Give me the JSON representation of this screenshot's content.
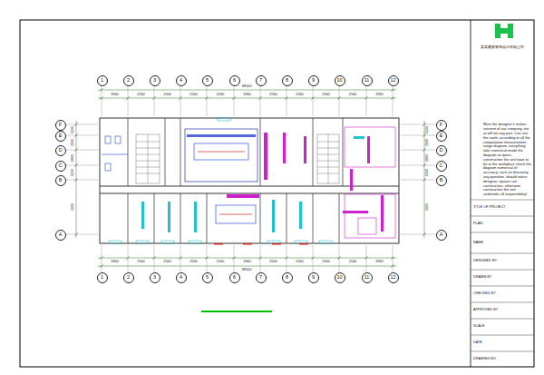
{
  "diagram": {
    "nodes": [
      {
        "text": [
          "1"
        ]
      },
      {
        "text": [
          "2"
        ]
      },
      {
        "text": [
          "3"
        ]
      },
      {
        "text": [
          "4"
        ]
      },
      {
        "text": [
          "5"
        ]
      },
      {
        "text": [
          "6"
        ]
      },
      {
        "text": [
          "7"
        ]
      },
      {
        "text": [
          "8"
        ]
      },
      {
        "text": [
          "9"
        ]
      },
      {
        "text": [
          "10"
        ]
      },
      {
        "text": [
          "11"
        ]
      },
      {
        "text": [
          "12"
        ]
      },
      {
        "text": [
          "F"
        ]
      },
      {
        "text": [
          "E"
        ]
      },
      {
        "text": [
          "D"
        ]
      },
      {
        "text": [
          "C"
        ]
      },
      {
        "text": [
          "B"
        ]
      },
      {
        "text": [
          "A"
        ]
      },
      {
        "text": [
          "F"
        ]
      },
      {
        "text": [
          "E"
        ]
      },
      {
        "text": [
          "D"
        ]
      },
      {
        "text": [
          "C"
        ]
      },
      {
        "text": [
          "B"
        ]
      },
      {
        "text": [
          "A"
        ]
      },
      {
        "text": [
          "1"
        ]
      },
      {
        "text": [
          "2"
        ]
      },
      {
        "text": [
          "3"
        ]
      },
      {
        "text": [
          "4"
        ]
      },
      {
        "text": [
          "5"
        ]
      },
      {
        "text": [
          "6"
        ]
      },
      {
        "text": [
          "7"
        ]
      },
      {
        "text": [
          "8"
        ]
      },
      {
        "text": [
          "9"
        ]
      },
      {
        "text": [
          "10"
        ]
      },
      {
        "text": [
          "11"
        ]
      },
      {
        "text": [
          "12"
        ]
      }
    ],
    "labels": [
      "38100",
      "3900",
      "2500",
      "2500",
      "2500",
      "2500",
      "3300",
      "2500",
      "2500",
      "2500",
      "2500",
      "3900",
      "38100",
      "3900",
      "2500",
      "2500",
      "2500",
      "2500",
      "3300",
      "2500",
      "2500",
      "2500",
      "2500",
      "3900",
      "1500",
      "2100",
      "1800",
      "1500",
      "5100",
      "1500",
      "2100",
      "1800",
      "1500",
      "5100",
      "某某建筑装饰设计有限公司",
      "Must the designer's written consent of our company, not at will set any part. Can use the earth, according to all the computation measurement range diagram, everything take numerical mode the diagram as quasi, construction the unit have to be at the workplace check the diagram numerical of accuracy, such as discovery any question, should notice designer, square can construction, otherwise construction the unit undertake all responsibility!",
      "TITLE OF PROJECT",
      "PLAN",
      "NAME",
      "DESIGNED BY",
      "DRAWN BY",
      "CHECKED BY",
      "APPROVED BY",
      "SCALE",
      "DATE",
      "DRAWING NO."
    ]
  }
}
